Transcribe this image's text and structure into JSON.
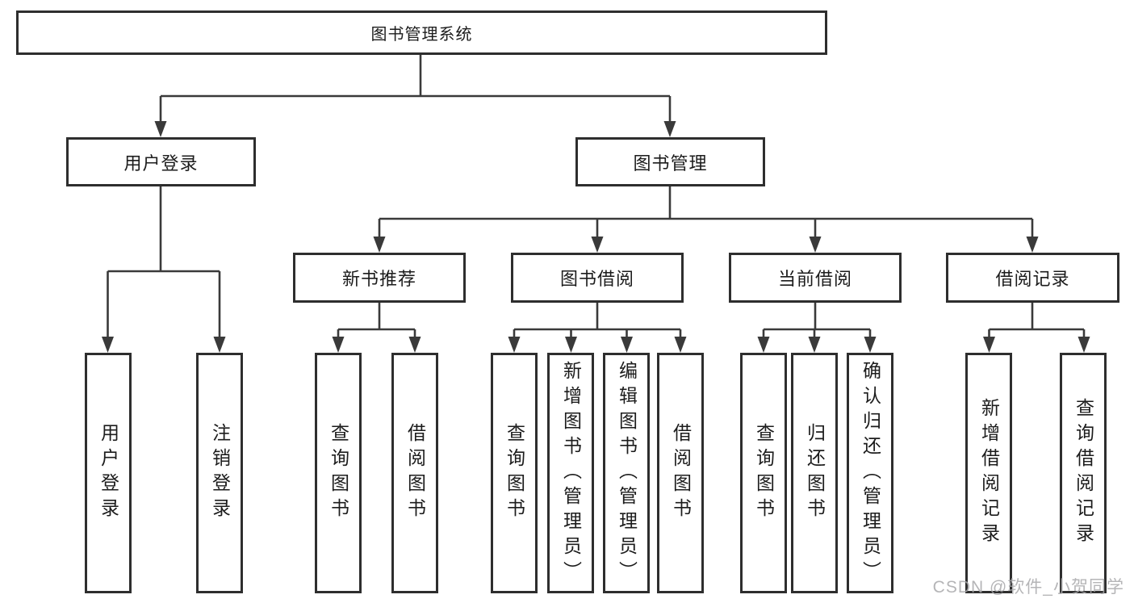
{
  "diagram_title": "图书管理系统",
  "nodes": {
    "root": {
      "label": "图书管理系统"
    },
    "user_login": {
      "label": "用户登录"
    },
    "book_management": {
      "label": "图书管理"
    },
    "leaf_user_login": {
      "label": "用户登录"
    },
    "leaf_logout": {
      "label": "注销登录"
    },
    "new_book_recommend": {
      "label": "新书推荐"
    },
    "book_borrowing": {
      "label": "图书借阅"
    },
    "current_borrowing": {
      "label": "当前借阅"
    },
    "borrowing_records": {
      "label": "借阅记录"
    },
    "nb_query_books": {
      "label": "查询图书"
    },
    "nb_borrow_books": {
      "label": "借阅图书"
    },
    "bb_query_books": {
      "label": "查询图书"
    },
    "bb_add_books": {
      "label": "新增图书（管理员）"
    },
    "bb_edit_books": {
      "label": "编辑图书（管理员）"
    },
    "bb_borrow_books": {
      "label": "借阅图书"
    },
    "cb_query_books": {
      "label": "查询图书"
    },
    "cb_return_books": {
      "label": "归还图书"
    },
    "cb_confirm_return": {
      "label": "确认归还（管理员）"
    },
    "br_add_record": {
      "label": "新增借阅记录"
    },
    "br_query_record": {
      "label": "查询借阅记录"
    }
  },
  "edges": [
    [
      "root",
      "user_login"
    ],
    [
      "root",
      "book_management"
    ],
    [
      "user_login",
      "leaf_user_login"
    ],
    [
      "user_login",
      "leaf_logout"
    ],
    [
      "book_management",
      "new_book_recommend"
    ],
    [
      "book_management",
      "book_borrowing"
    ],
    [
      "book_management",
      "current_borrowing"
    ],
    [
      "book_management",
      "borrowing_records"
    ],
    [
      "new_book_recommend",
      "nb_query_books"
    ],
    [
      "new_book_recommend",
      "nb_borrow_books"
    ],
    [
      "book_borrowing",
      "bb_query_books"
    ],
    [
      "book_borrowing",
      "bb_add_books"
    ],
    [
      "book_borrowing",
      "bb_edit_books"
    ],
    [
      "book_borrowing",
      "bb_borrow_books"
    ],
    [
      "current_borrowing",
      "cb_query_books"
    ],
    [
      "current_borrowing",
      "cb_return_books"
    ],
    [
      "current_borrowing",
      "cb_confirm_return"
    ],
    [
      "borrowing_records",
      "br_add_record"
    ],
    [
      "borrowing_records",
      "br_query_record"
    ]
  ],
  "watermark": {
    "text": "CSDN @软件_小贺同学"
  },
  "colors": {
    "background": "#ffffff",
    "line": "#3a3a3a",
    "box_border": "#2e2e2e",
    "text": "#1c1c1c",
    "watermark": "#a8a8aa"
  }
}
